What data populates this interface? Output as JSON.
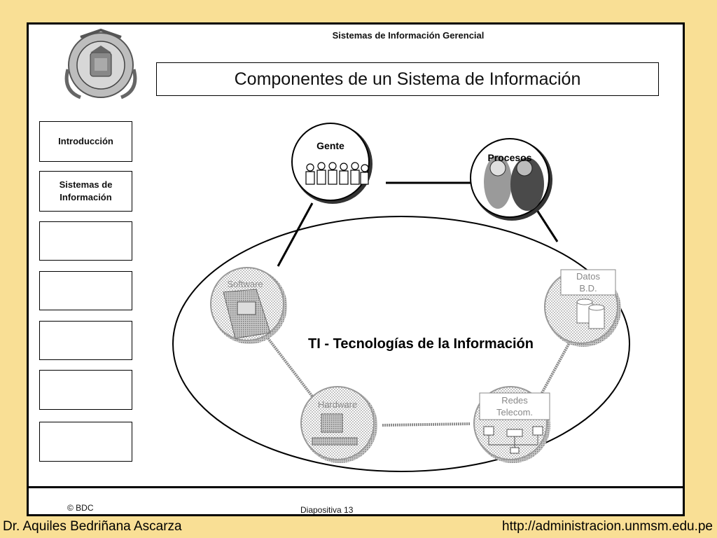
{
  "header": {
    "course_title": "Sistemas de Información Gerencial",
    "slide_title": "Componentes de un Sistema de Información"
  },
  "nav": {
    "items": [
      {
        "label": "Introducción"
      },
      {
        "label": "Sistemas de\nInformación"
      },
      {
        "label": ""
      },
      {
        "label": ""
      },
      {
        "label": ""
      },
      {
        "label": ""
      },
      {
        "label": ""
      }
    ]
  },
  "diagram": {
    "center_label": "TI - Tecnologías de la Información",
    "nodes": {
      "gente": "Gente",
      "procesos": "Procesos",
      "software": "Software",
      "datos_line1": "Datos",
      "datos_line2": "B.D.",
      "hardware": "Hardware",
      "redes_line1": "Redes",
      "redes_line2": "Telecom."
    }
  },
  "footer": {
    "copyright": "© BDC",
    "slide_number": "Diapositiva 13"
  },
  "credits": {
    "author": "Dr. Aquiles Bedriñana Ascarza",
    "url": "http://administracion.unmsm.edu.pe"
  }
}
